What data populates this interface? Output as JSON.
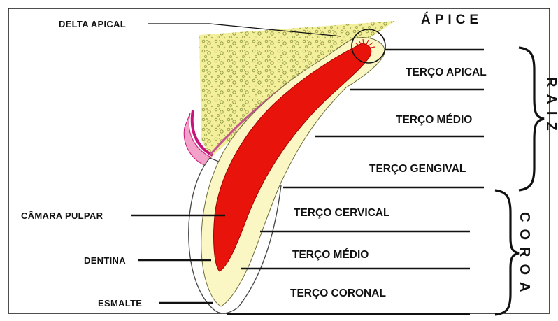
{
  "labels": {
    "apice": "ÁPICE",
    "delta_apical": "DELTA APICAL",
    "camara_pulpar": "CÂMARA PULPAR",
    "dentina": "DENTINA",
    "esmalte": "ESMALTE",
    "terco_apical": "TERÇO APICAL",
    "terco_medio_raiz": "TERÇO MÉDIO",
    "terco_gengival": "TERÇO GENGIVAL",
    "terco_cervical": "TERÇO CERVICAL",
    "terco_medio_coroa": "TERÇO MÉDIO",
    "terco_coronal": "TERÇO CORONAL"
  },
  "groups": {
    "raiz": [
      "R",
      "A",
      "I",
      "Z"
    ],
    "coroa": [
      "C",
      "O",
      "R",
      "O",
      "A"
    ]
  },
  "colors": {
    "bone": "#f3ef9a",
    "bone_texture": "#9aa24a",
    "dentin": "#fbf7c4",
    "pulp": "#e8140c",
    "enamel": "#ffffff",
    "gum": "#f2a2c8",
    "gum_dark": "#c8147a"
  }
}
